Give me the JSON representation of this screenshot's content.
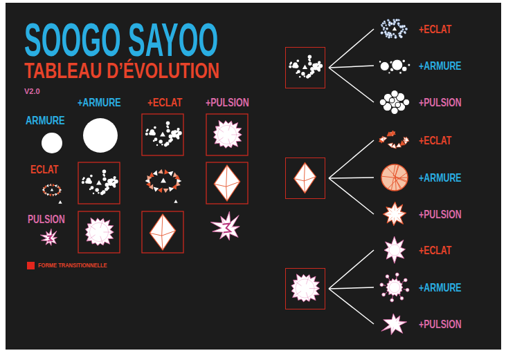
{
  "diagram": {
    "title": "SOOGO SAYOO",
    "nodes": [
      {
        "text": []
      },
      {
        "text": [
          "+ECLAT"
        ]
      },
      {
        "text": [
          "+ARMURE"
        ]
      },
      {
        "text": [
          "+PULSION"
        ]
      },
      {
        "text": []
      },
      {
        "text": [
          "+ECLAT"
        ]
      },
      {
        "text": [
          "+ARMURE"
        ]
      },
      {
        "text": [
          "+PULSION"
        ]
      },
      {
        "text": []
      },
      {
        "text": [
          "+ECLAT"
        ]
      },
      {
        "text": [
          "+ARMURE"
        ]
      },
      {
        "text": [
          "+PULSION"
        ]
      }
    ],
    "edges": [
      {
        "from": 0,
        "to": 1,
        "arrow": "none"
      },
      {
        "from": 0,
        "to": 2,
        "arrow": "none"
      },
      {
        "from": 0,
        "to": 3,
        "arrow": "none"
      },
      {
        "from": 4,
        "to": 5,
        "arrow": "none"
      },
      {
        "from": 4,
        "to": 6,
        "arrow": "none"
      },
      {
        "from": 4,
        "to": 7,
        "arrow": "none"
      },
      {
        "from": 8,
        "to": 9,
        "arrow": "none"
      },
      {
        "from": 8,
        "to": 10,
        "arrow": "none"
      },
      {
        "from": 8,
        "to": 11,
        "arrow": "none"
      }
    ],
    "labels": [
      "TABLEAU D’ÉVOLUTION",
      "V2.0",
      "+ARMURE",
      "+ECLAT",
      "+PULSION",
      "ARMURE",
      "ECLAT",
      "PULSION"
    ],
    "legend": [
      {
        "text": "FORME TRANSITIONNELLE",
        "color": "#e3261d"
      }
    ]
  }
}
